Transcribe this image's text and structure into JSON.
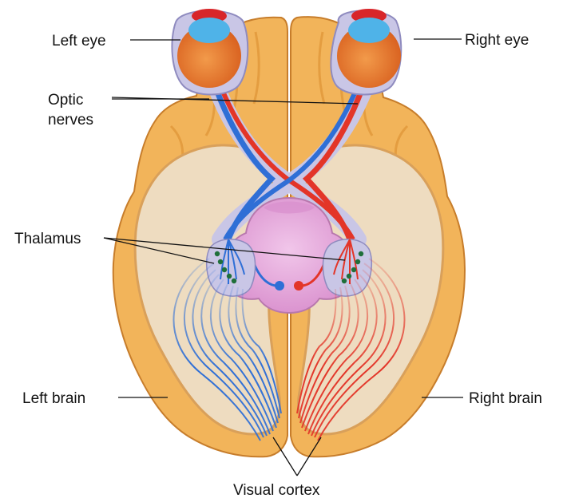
{
  "labels": {
    "left_eye": "Left eye",
    "right_eye": "Right eye",
    "optic_line1": "Optic",
    "optic_line2": "nerves",
    "thalamus": "Thalamus",
    "left_brain": "Left brain",
    "right_brain": "Right brain",
    "visual_cortex": "Visual cortex"
  },
  "colors": {
    "brain_outer": "#f2b45a",
    "brain_outer_dark": "#d98a2c",
    "brain_inner": "#eedcc0",
    "eye_orange": "#e8732a",
    "eye_blue": "#4fb3e8",
    "eye_red": "#d8262a",
    "nerve_blue": "#2f6fd6",
    "nerve_red": "#e33528",
    "thalamus_pink": "#e7a6dc",
    "lavender": "#c9c6e6",
    "node_green": "#1f6f3a"
  }
}
